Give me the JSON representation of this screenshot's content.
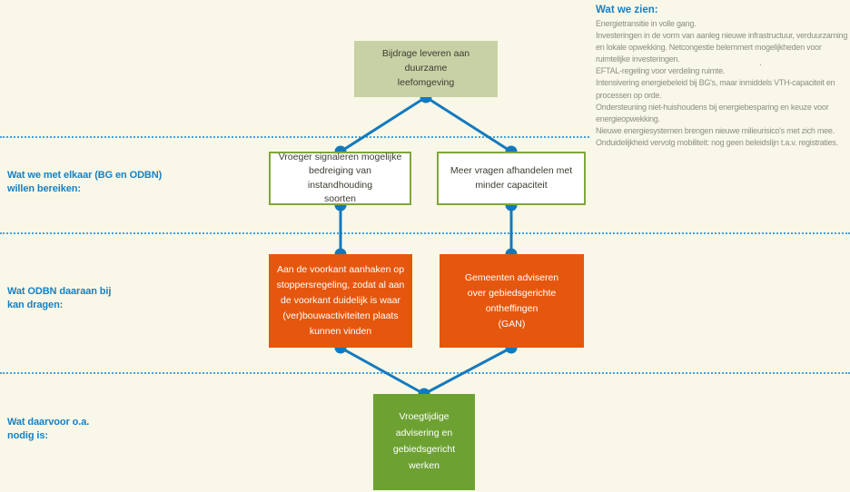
{
  "observations": {
    "title": "Wat we zien:",
    "items": [
      "Energietransitie in volle gang.",
      "Investeringen in de vorm van aanleg nieuwe infrastructuur, verduurzaming\nen lokale opwekking. Netcongestie belemmert mogelijkheden voor\nruimtelijke investeringen.",
      "EFTAL-regeling voor verdeling ruimte.",
      "Intensivering energiebeleid bij BG's, maar inmiddels VTH-capaciteit en\nprocessen op orde.",
      "Ondersteuning niet-huishoudens bij energiebesparing en keuze voor\nenergieopwekking.",
      "Nieuwe energiesystemen brengen nieuwe milieurisico's met zich mee.",
      "Onduidelijkheid vervolg mobiliteit: nog geen beleidslijn t.a.v. registraties."
    ],
    "stray_dot": "."
  },
  "row_labels": [
    {
      "text": "Wat we met elkaar (BG en ODBN)\nwillen bereiken:"
    },
    {
      "text": "Wat ODBN daaraan bij\nkan dragen:"
    },
    {
      "text": "Wat daarvoor o.a.\nnodig is:"
    }
  ],
  "nodes": {
    "goal": {
      "text": "Bijdrage leveren aan duurzame\nleefomgeving"
    },
    "outcomes": [
      {
        "text": "Vroeger signaleren mogelijke\nbedreiging van instandhouding\nsoorten"
      },
      {
        "text": "Meer vragen afhandelen met\nminder capaciteit"
      }
    ],
    "contributions": [
      {
        "text": "Aan de voorkant aanhaken op\nstoppersregeling, zodat al aan\nde voorkant duidelijk is waar\n(ver)bouwactiviteiten plaats\nkunnen vinden"
      },
      {
        "text": "Gemeenten adviseren\nover gebiedsgerichte ontheffingen\n(GAN)"
      }
    ],
    "foundation": {
      "text": "Vroegtijdige\nadvisering en\ngebiedsgericht\nwerken"
    }
  },
  "colors": {
    "background": "#f9f7e7",
    "connector_blue": "#1379bf",
    "divider_blue": "#4ba0d6",
    "label_blue": "#1581c6",
    "goal_green": "#c8d1a5",
    "outcome_border_green": "#7fa63f",
    "contribution_orange": "#e5570e",
    "foundation_green": "#6da233",
    "body_text_gray": "#8c8f80",
    "box_text_dark": "#3c3c33"
  }
}
